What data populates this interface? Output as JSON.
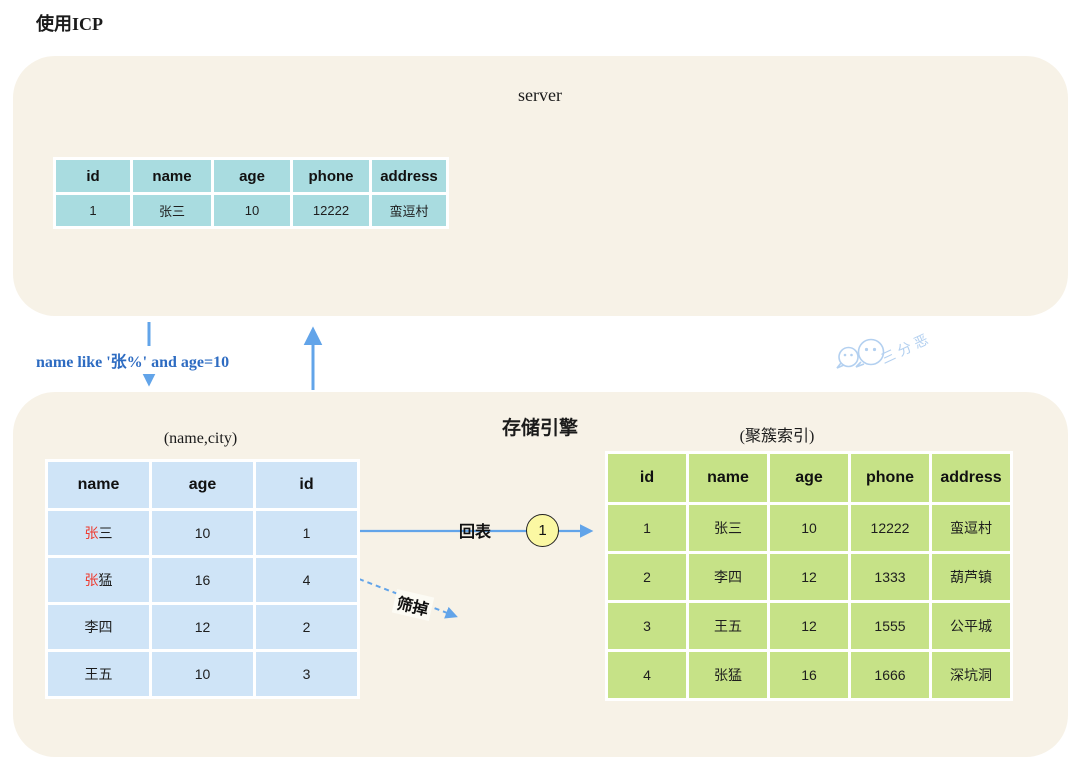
{
  "page": {
    "title": "使用ICP"
  },
  "colors": {
    "panel_bg": "#f7f2e7",
    "server_table_bg": "#a9dce0",
    "secondary_index_table_bg": "#cfe4f7",
    "clustered_index_table_bg": "#c6e287",
    "arrow_blue": "#62a4e9",
    "query_text_blue": "#2e6cc2",
    "highlight_red": "#ee392e",
    "highlight_blue": "#3434d3",
    "step_badge_bg": "#fbf8a3",
    "watermark_blue": "#b3d0f0"
  },
  "server_panel": {
    "title": "server",
    "table": {
      "headers": [
        "id",
        "name",
        "age",
        "phone",
        "address"
      ],
      "row": [
        "1",
        "张三",
        "10",
        "12222",
        "蛮逗村"
      ]
    }
  },
  "flow": {
    "query_condition": "name like '张%' and age=10",
    "back_to_table_label": "回表",
    "back_to_table_step": "1",
    "filter_out_label": "筛掉"
  },
  "watermark": {
    "text": "三分恶"
  },
  "engine_panel": {
    "title": "存储引擎",
    "secondary_index": {
      "label": "(name,city)",
      "headers": [
        "name",
        "age",
        "id"
      ],
      "rows": [
        {
          "name_hl": "张",
          "name_rest": "三",
          "age": "10",
          "id": "1"
        },
        {
          "name_hl": "张",
          "name_rest": "猛",
          "age": "16",
          "id": "4"
        },
        {
          "name_hl": "",
          "name_rest": "李四",
          "age": "12",
          "id": "2"
        },
        {
          "name_hl": "",
          "name_rest": "王五",
          "age": "10",
          "id": "3"
        }
      ]
    },
    "clustered_index": {
      "label": "(聚簇索引)",
      "headers": [
        "id",
        "name",
        "age",
        "phone",
        "address"
      ],
      "rows": [
        [
          "1",
          "张三",
          "10",
          "12222",
          "蛮逗村"
        ],
        [
          "2",
          "李四",
          "12",
          "1333",
          "葫芦镇"
        ],
        [
          "3",
          "王五",
          "12",
          "1555",
          "公平城"
        ],
        [
          "4",
          "张猛",
          "16",
          "1666",
          "深坑洞"
        ]
      ]
    }
  }
}
